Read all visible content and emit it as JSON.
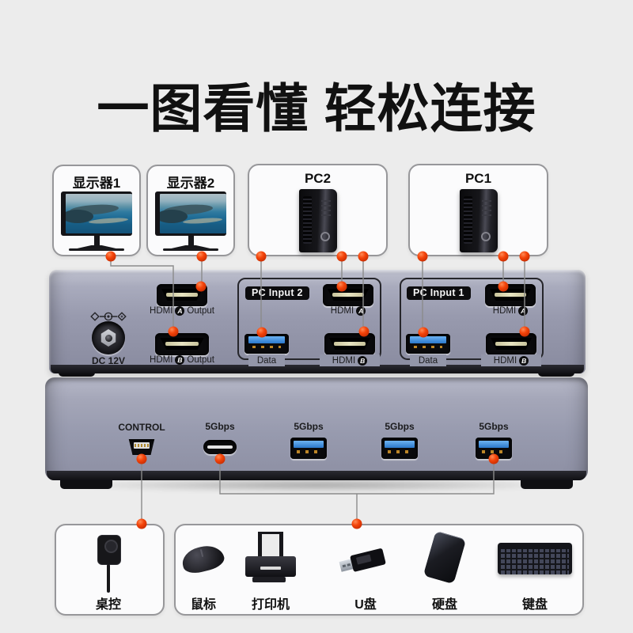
{
  "title": "一图看懂 轻松连接",
  "devices": {
    "monitor1": "显示器1",
    "monitor2": "显示器2",
    "pc2": "PC2",
    "pc1": "PC1"
  },
  "top_panel": {
    "dc_label": "DC 12V",
    "output_a": {
      "prefix": "HDMI",
      "badge": "A",
      "suffix": "Output"
    },
    "output_b": {
      "prefix": "HDMI",
      "badge": "B",
      "suffix": "Output"
    },
    "groups": [
      {
        "name": "PC Input 2",
        "data_label": "Data",
        "hdmi_a": {
          "prefix": "HDMI",
          "badge": "A"
        },
        "hdmi_b": {
          "prefix": "HDMI",
          "badge": "B"
        }
      },
      {
        "name": "PC Input 1",
        "data_label": "Data",
        "hdmi_a": {
          "prefix": "HDMI",
          "badge": "A"
        },
        "hdmi_b": {
          "prefix": "HDMI",
          "badge": "B"
        }
      }
    ]
  },
  "bottom_panel": {
    "control_label": "CONTROL",
    "usb_c_label": "5Gbps",
    "usb_a_labels": [
      "5Gbps",
      "5Gbps",
      "5Gbps"
    ]
  },
  "peripherals": {
    "desk_controller": "桌控",
    "items": [
      "鼠标",
      "打印机",
      "U盘",
      "硬盘",
      "键盘"
    ]
  },
  "colors": {
    "accent_dot": "#f04008",
    "connector_line": "#8b8b8b",
    "usb_blue": "#2f82d6",
    "background": "#ececec",
    "device_body": "#989aae"
  }
}
